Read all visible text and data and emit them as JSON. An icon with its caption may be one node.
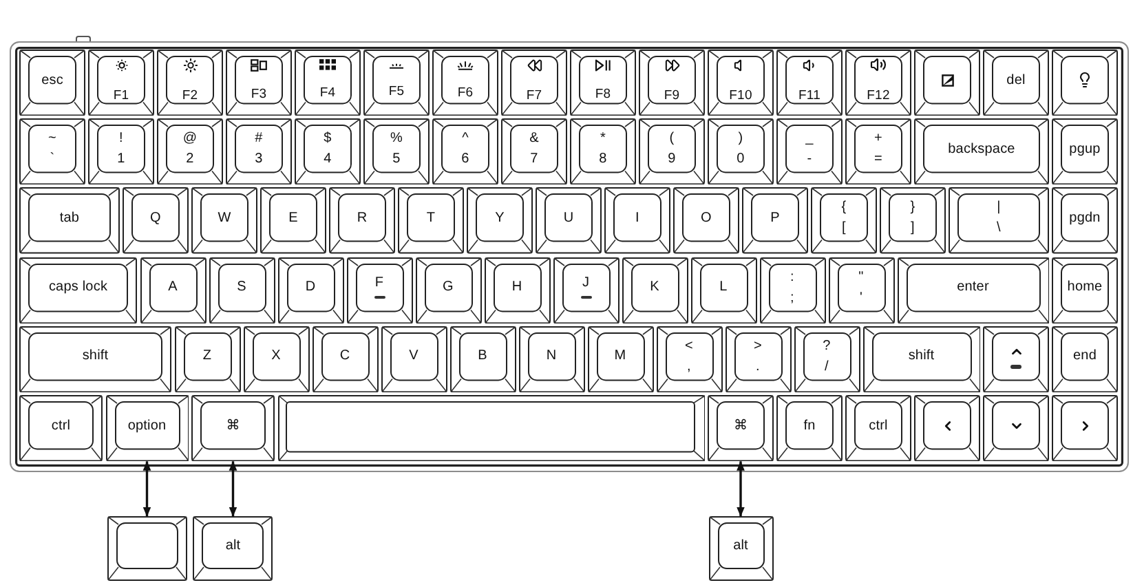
{
  "diagram": {
    "nodes": [
      {
        "text": [
          "esc"
        ]
      },
      {
        "text": [
          "F1"
        ]
      },
      {
        "text": [
          "F2"
        ]
      },
      {
        "text": [
          "F3"
        ]
      },
      {
        "text": [
          "F4"
        ]
      },
      {
        "text": [
          "F5"
        ]
      },
      {
        "text": [
          "F6"
        ]
      },
      {
        "text": [
          "F7"
        ]
      },
      {
        "text": [
          "F8"
        ]
      },
      {
        "text": [
          "F9"
        ]
      },
      {
        "text": [
          "F10"
        ]
      },
      {
        "text": [
          "F11"
        ]
      },
      {
        "text": [
          "F12"
        ]
      },
      {
        "text": [],
        "shape": "box"
      },
      {
        "text": [
          "del"
        ]
      },
      {
        "text": [],
        "shape": "box"
      },
      {
        "text": [
          "~",
          "`"
        ]
      },
      {
        "text": [
          "!",
          "1"
        ]
      },
      {
        "text": [
          "@",
          "2"
        ]
      },
      {
        "text": [
          "#",
          "3"
        ]
      },
      {
        "text": [
          "$",
          "4"
        ]
      },
      {
        "text": [
          "%",
          "5"
        ]
      },
      {
        "text": [
          "^",
          "6"
        ]
      },
      {
        "text": [
          "&",
          "7"
        ]
      },
      {
        "text": [
          "*",
          "8"
        ]
      },
      {
        "text": [
          "(",
          "9"
        ]
      },
      {
        "text": [
          ")",
          "0"
        ]
      },
      {
        "text": [
          "_",
          "-"
        ]
      },
      {
        "text": [
          "+",
          "="
        ]
      },
      {
        "text": [
          "backspace"
        ]
      },
      {
        "text": [
          "pgup"
        ]
      },
      {
        "text": [
          "tab"
        ]
      },
      {
        "text": [
          "Q"
        ]
      },
      {
        "text": [
          "W"
        ]
      },
      {
        "text": [
          "E"
        ]
      },
      {
        "text": [
          "R"
        ]
      },
      {
        "text": [
          "T"
        ]
      },
      {
        "text": [
          "Y"
        ]
      },
      {
        "text": [
          "U"
        ]
      },
      {
        "text": [
          "I"
        ]
      },
      {
        "text": [
          "O"
        ]
      },
      {
        "text": [
          "P"
        ]
      },
      {
        "text": [
          "{",
          "["
        ]
      },
      {
        "text": [
          "}",
          "]"
        ]
      },
      {
        "text": [
          "|",
          "\\"
        ]
      },
      {
        "text": [
          "pgdn"
        ]
      },
      {
        "text": [
          "caps lock"
        ]
      },
      {
        "text": [
          "A"
        ]
      },
      {
        "text": [
          "S"
        ]
      },
      {
        "text": [
          "D"
        ]
      },
      {
        "text": [
          "F"
        ]
      },
      {
        "text": [
          "G"
        ]
      },
      {
        "text": [
          "H"
        ]
      },
      {
        "text": [
          "J"
        ]
      },
      {
        "text": [
          "K"
        ]
      },
      {
        "text": [
          "L"
        ]
      },
      {
        "text": [
          ":",
          ";"
        ]
      },
      {
        "text": [
          "\"",
          "'"
        ]
      },
      {
        "text": [
          "enter"
        ]
      },
      {
        "text": [
          "home"
        ]
      },
      {
        "text": [
          "shift"
        ]
      },
      {
        "text": [
          "Z"
        ]
      },
      {
        "text": [
          "X"
        ]
      },
      {
        "text": [
          "C"
        ]
      },
      {
        "text": [
          "V"
        ]
      },
      {
        "text": [
          "B"
        ]
      },
      {
        "text": [
          "N"
        ]
      },
      {
        "text": [
          "M"
        ]
      },
      {
        "text": [
          "<",
          ","
        ]
      },
      {
        "text": [
          ">",
          "."
        ]
      },
      {
        "text": [
          "?",
          "/"
        ]
      },
      {
        "text": [
          "shift"
        ]
      },
      {
        "text": [],
        "shape": "box"
      },
      {
        "text": [
          "end"
        ]
      },
      {
        "text": [
          "ctrl"
        ]
      },
      {
        "text": [
          "option"
        ]
      },
      {
        "text": [
          "⌘"
        ]
      },
      {
        "text": [],
        "shape": "box"
      },
      {
        "text": [
          "⌘"
        ]
      },
      {
        "text": [
          "fn"
        ]
      },
      {
        "text": [
          "ctrl"
        ]
      },
      {
        "text": [],
        "shape": "box"
      },
      {
        "text": [],
        "shape": "box"
      },
      {
        "text": [],
        "shape": "box"
      },
      {
        "text": [],
        "shape": "box"
      },
      {
        "text": [
          "alt"
        ]
      },
      {
        "text": [
          "alt"
        ]
      }
    ],
    "edges": [
      {
        "from": 75,
        "to": 84,
        "arrow": "both"
      },
      {
        "from": 76,
        "to": 85,
        "arrow": "both"
      },
      {
        "from": 78,
        "to": 86,
        "arrow": "both"
      }
    ]
  }
}
